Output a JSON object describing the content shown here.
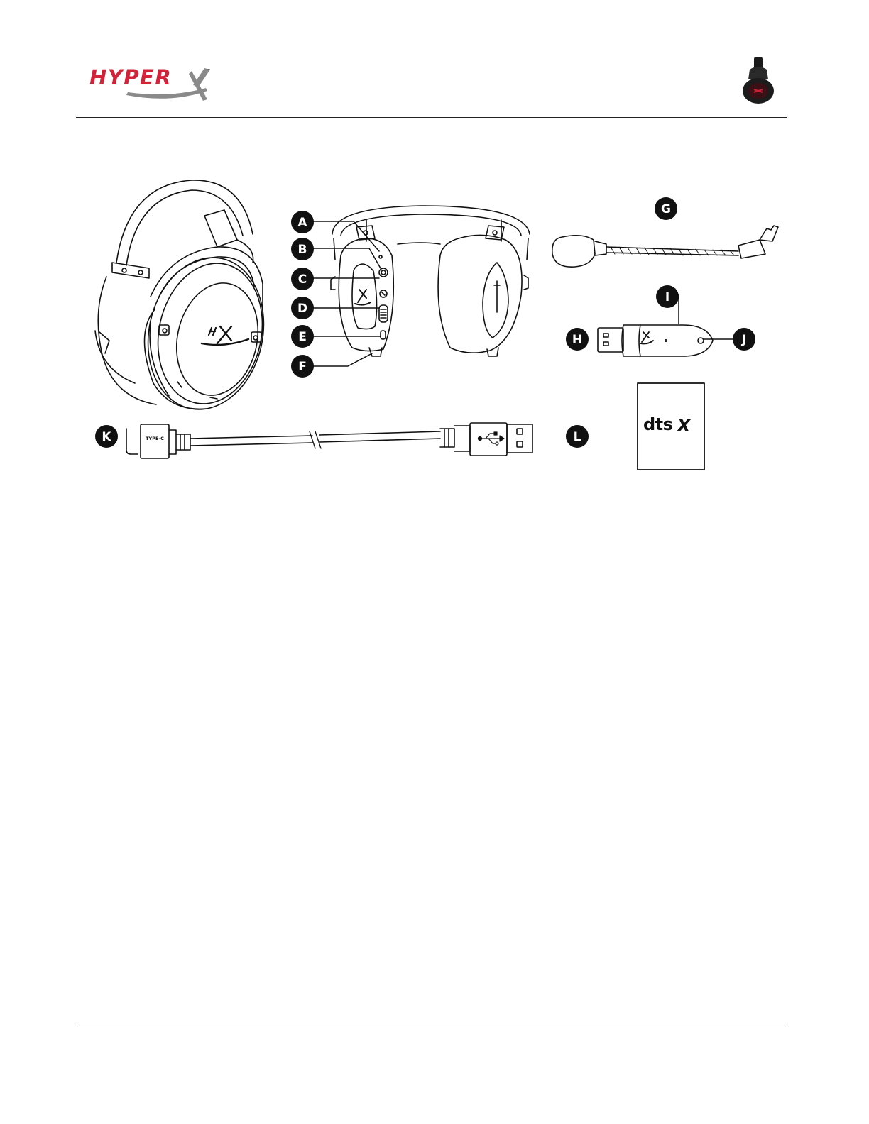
{
  "brand": {
    "name": "HyperX",
    "wordmark": "HYPER",
    "tm": "™",
    "colors": {
      "red": "#d3233a",
      "grey": "#8a8a8a"
    }
  },
  "callouts": {
    "A": "A",
    "B": "B",
    "C": "C",
    "D": "D",
    "E": "E",
    "F": "F",
    "G": "G",
    "H": "H",
    "I": "I",
    "J": "J",
    "K": "K",
    "L": "L"
  },
  "cable": {
    "connector_label": "TYPE-C"
  },
  "dts": {
    "logo_text": "dts",
    "logo_x": "X"
  },
  "icons": {
    "header_icon": "headset-icon",
    "usb": "usb-icon"
  }
}
